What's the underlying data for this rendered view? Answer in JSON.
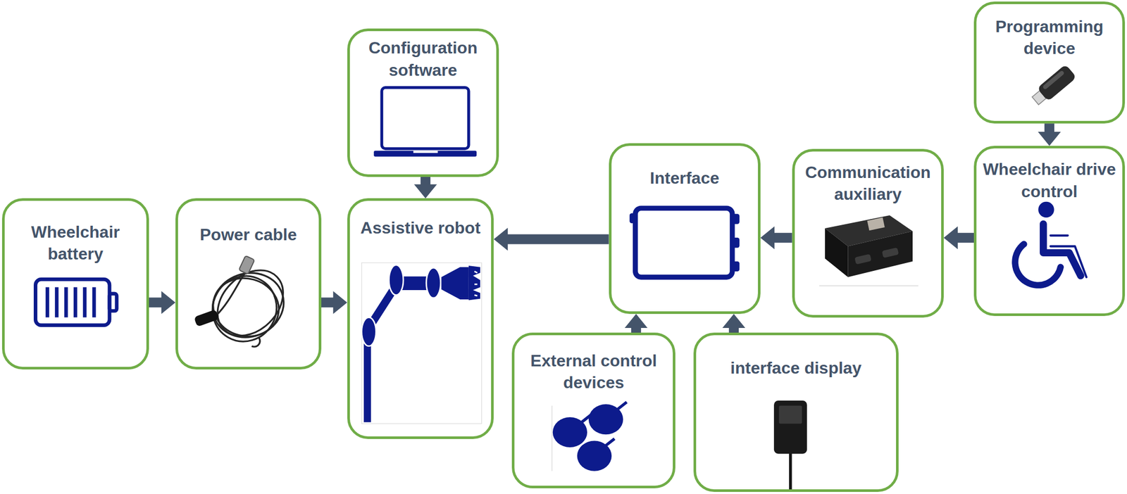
{
  "diagram": {
    "nodes": [
      {
        "text": [
          "Configuration software"
        ]
      },
      {
        "text": [
          "Programming device"
        ]
      },
      {
        "text": [
          "Wheelchair battery"
        ]
      },
      {
        "text": [
          "Power cable"
        ]
      },
      {
        "text": [
          "Assistive robot"
        ]
      },
      {
        "text": [
          "Interface"
        ]
      },
      {
        "text": [
          "Communication auxiliary"
        ]
      },
      {
        "text": [
          "Wheelchair drive control"
        ]
      },
      {
        "text": [
          "External control devices"
        ]
      },
      {
        "text": [
          "interface display"
        ]
      }
    ],
    "edges": [
      {
        "from": 2,
        "to": 3,
        "arrow": "to"
      },
      {
        "from": 3,
        "to": 4,
        "arrow": "to"
      },
      {
        "from": 0,
        "to": 4,
        "arrow": "to"
      },
      {
        "from": 5,
        "to": 4,
        "arrow": "to"
      },
      {
        "from": 6,
        "to": 5,
        "arrow": "to"
      },
      {
        "from": 7,
        "to": 6,
        "arrow": "to"
      },
      {
        "from": 1,
        "to": 7,
        "arrow": "to"
      },
      {
        "from": 8,
        "to": 5,
        "arrow": "to"
      },
      {
        "from": 9,
        "to": 5,
        "arrow": "to"
      }
    ]
  }
}
